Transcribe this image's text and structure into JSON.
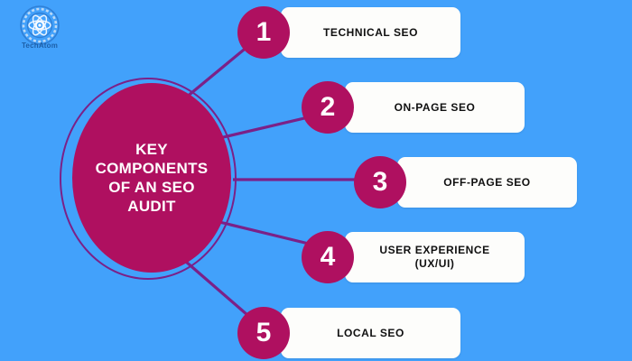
{
  "background_color": "#42a1fb",
  "accent_color": "#af1060",
  "line_color": "#7b2188",
  "card_color": "#fdfdfb",
  "brand": {
    "logo_icon": "atom-emblem-icon",
    "name": "TechAtom"
  },
  "hub": {
    "title": "KEY\nCOMPONENTS\nOF AN SEO\nAUDIT"
  },
  "items": [
    {
      "number": "1",
      "label": "TECHNICAL SEO"
    },
    {
      "number": "2",
      "label": "ON-PAGE SEO"
    },
    {
      "number": "3",
      "label": "OFF-PAGE SEO"
    },
    {
      "number": "4",
      "label": "USER EXPERIENCE\n(UX/UI)"
    },
    {
      "number": "5",
      "label": "LOCAL SEO"
    }
  ]
}
